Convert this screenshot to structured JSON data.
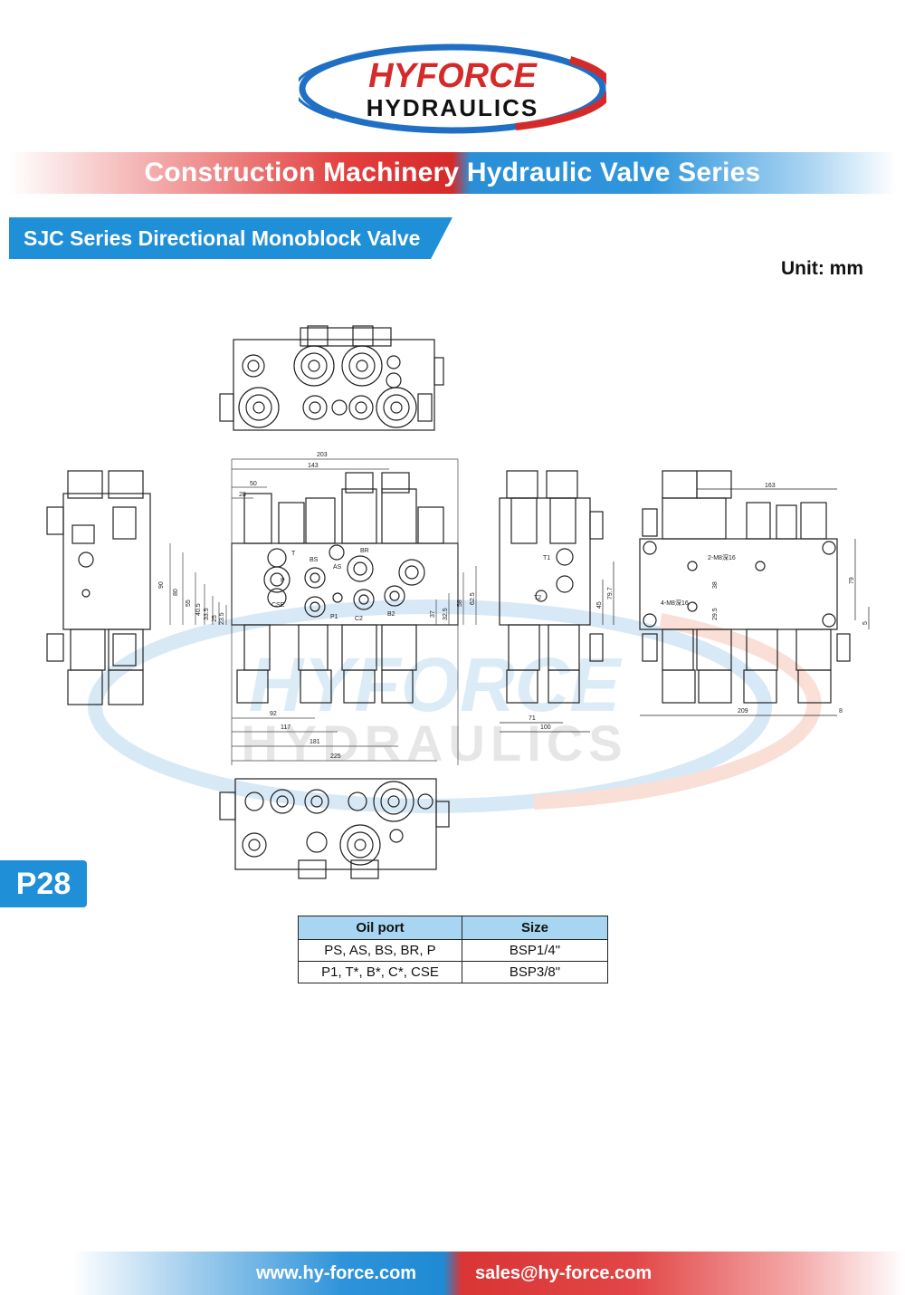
{
  "logo": {
    "line1": "HYFORCE",
    "line2": "HYDRAULICS"
  },
  "banner": {
    "title": "Construction Machinery Hydraulic Valve Series"
  },
  "series": {
    "title": "SJC Series Directional Monoblock Valve"
  },
  "unit": "Unit: mm",
  "page_badge": "P28",
  "watermark": {
    "line1": "HYFORCE",
    "line2": "HYDRAULICS"
  },
  "drawing": {
    "dims_front_top": [
      "203",
      "143",
      "50",
      "28"
    ],
    "dims_front_left": [
      "90",
      "80",
      "55",
      "40.5",
      "33.5",
      "25",
      "23.5"
    ],
    "dims_front_right": [
      "37",
      "32.5",
      "58",
      "62.5"
    ],
    "dims_front_bottom": [
      "92",
      "117",
      "181",
      "225"
    ],
    "dims_side_bottom": [
      "71",
      "100"
    ],
    "dims_side_right": [
      "45",
      "79.7"
    ],
    "dims_back": [
      "163",
      "79",
      "38",
      "29.5",
      "5",
      "209",
      "8",
      "2-M8深16",
      "4-M8深16"
    ],
    "port_labels": [
      "P",
      "T",
      "CSE",
      "BS",
      "AS",
      "BR",
      "C2",
      "B2",
      "P1",
      "T1",
      "T2"
    ]
  },
  "table": {
    "headers": [
      "Oil port",
      "Size"
    ],
    "rows": [
      [
        "PS, AS, BS, BR, P",
        "BSP1/4\""
      ],
      [
        "P1, T*, B*, C*, CSE",
        "BSP3/8\""
      ]
    ]
  },
  "footer": {
    "website": "www.hy-force.com",
    "email": "sales@hy-force.com"
  },
  "colors": {
    "blue": "#1f8fd8",
    "red": "#d52a2a",
    "table_header": "#a8d6f2"
  }
}
